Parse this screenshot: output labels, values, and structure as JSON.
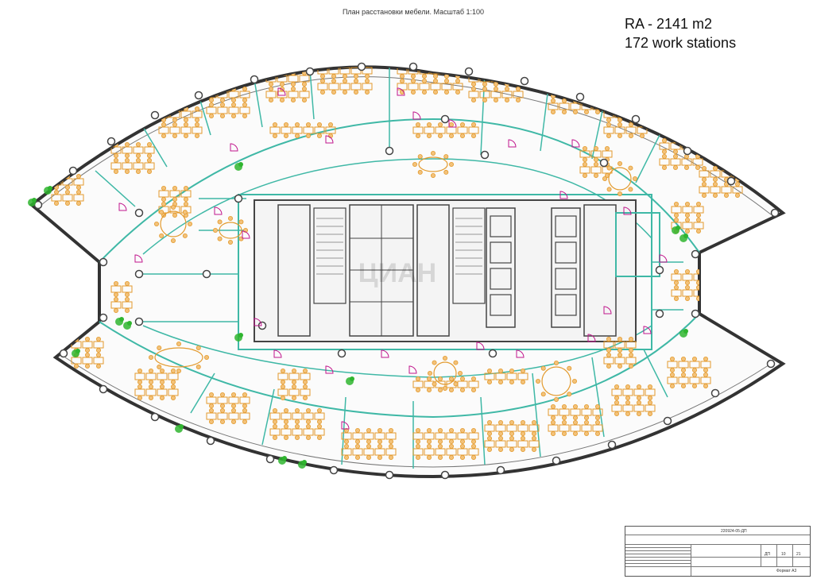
{
  "plan": {
    "title": "План расстановки мебели. Масштаб 1:100",
    "area_label": "RA - 2141 m2",
    "workstations_label": "172 work stations",
    "watermark": "ЦИАН"
  },
  "colors": {
    "furniture": "#e39a2d",
    "wall": "#333333",
    "glass": "#3fb8a6",
    "door": "#c0168c",
    "plant": "#2fb52f",
    "column": "#444444"
  },
  "title_block": {
    "doc_number": "220924-05-ДП",
    "stage": "ДП",
    "sheet": "10",
    "sheets": "21",
    "format": "Формат А3"
  }
}
